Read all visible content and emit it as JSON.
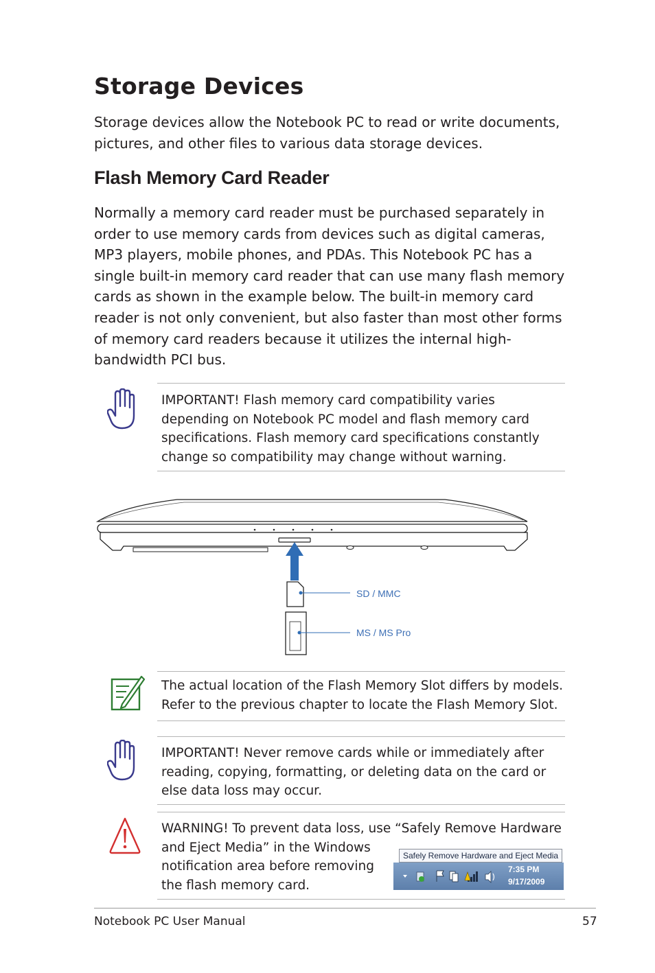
{
  "page": {
    "title": "Storage Devices",
    "intro": "Storage devices allow the Notebook PC to read or write documents, pictures, and other files to various data storage devices.",
    "section_title": "Flash Memory Card Reader",
    "section_body": "Normally a memory card reader must be purchased separately in order to use memory cards from devices such as digital cameras, MP3 players, mobile phones, and PDAs. This Notebook PC has a single built-in memory card reader that can use many flash memory cards as shown in the example below. The built-in memory card reader is not only convenient, but also faster than most other forms of memory card readers because it utilizes the internal high-bandwidth PCI bus."
  },
  "notes": {
    "important1": "IMPORTANT! Flash memory card compatibility varies depending on Notebook PC model and flash memory card specifications. Flash memory card specifications constantly change so compatibility may change without warning.",
    "note1": "The actual location of the Flash Memory Slot differs by models. Refer to the previous chapter to locate the Flash Memory Slot.",
    "important2": "IMPORTANT!  Never remove cards while or immediately after reading, copying, formatting, or deleting data on the card or else data loss may occur.",
    "warning_lines": [
      "WARNING! To prevent data loss, use “Safely Remove Hardware",
      "and Eject Media” in the Windows",
      "notification area before removing",
      "the flash memory card."
    ]
  },
  "diagram": {
    "label_sd": "SD / MMC",
    "label_ms": "MS / MS Pro"
  },
  "taskbar": {
    "tooltip": "Safely Remove Hardware and Eject Media",
    "time": "7:35 PM",
    "date": "9/17/2009"
  },
  "footer": {
    "manual": "Notebook PC User Manual",
    "page_number": "57"
  },
  "colors": {
    "hand_icon": "#3a3a8c",
    "note_icon": "#2e7d32",
    "warning_icon": "#d32f2f",
    "arrow": "#2f6db5"
  }
}
